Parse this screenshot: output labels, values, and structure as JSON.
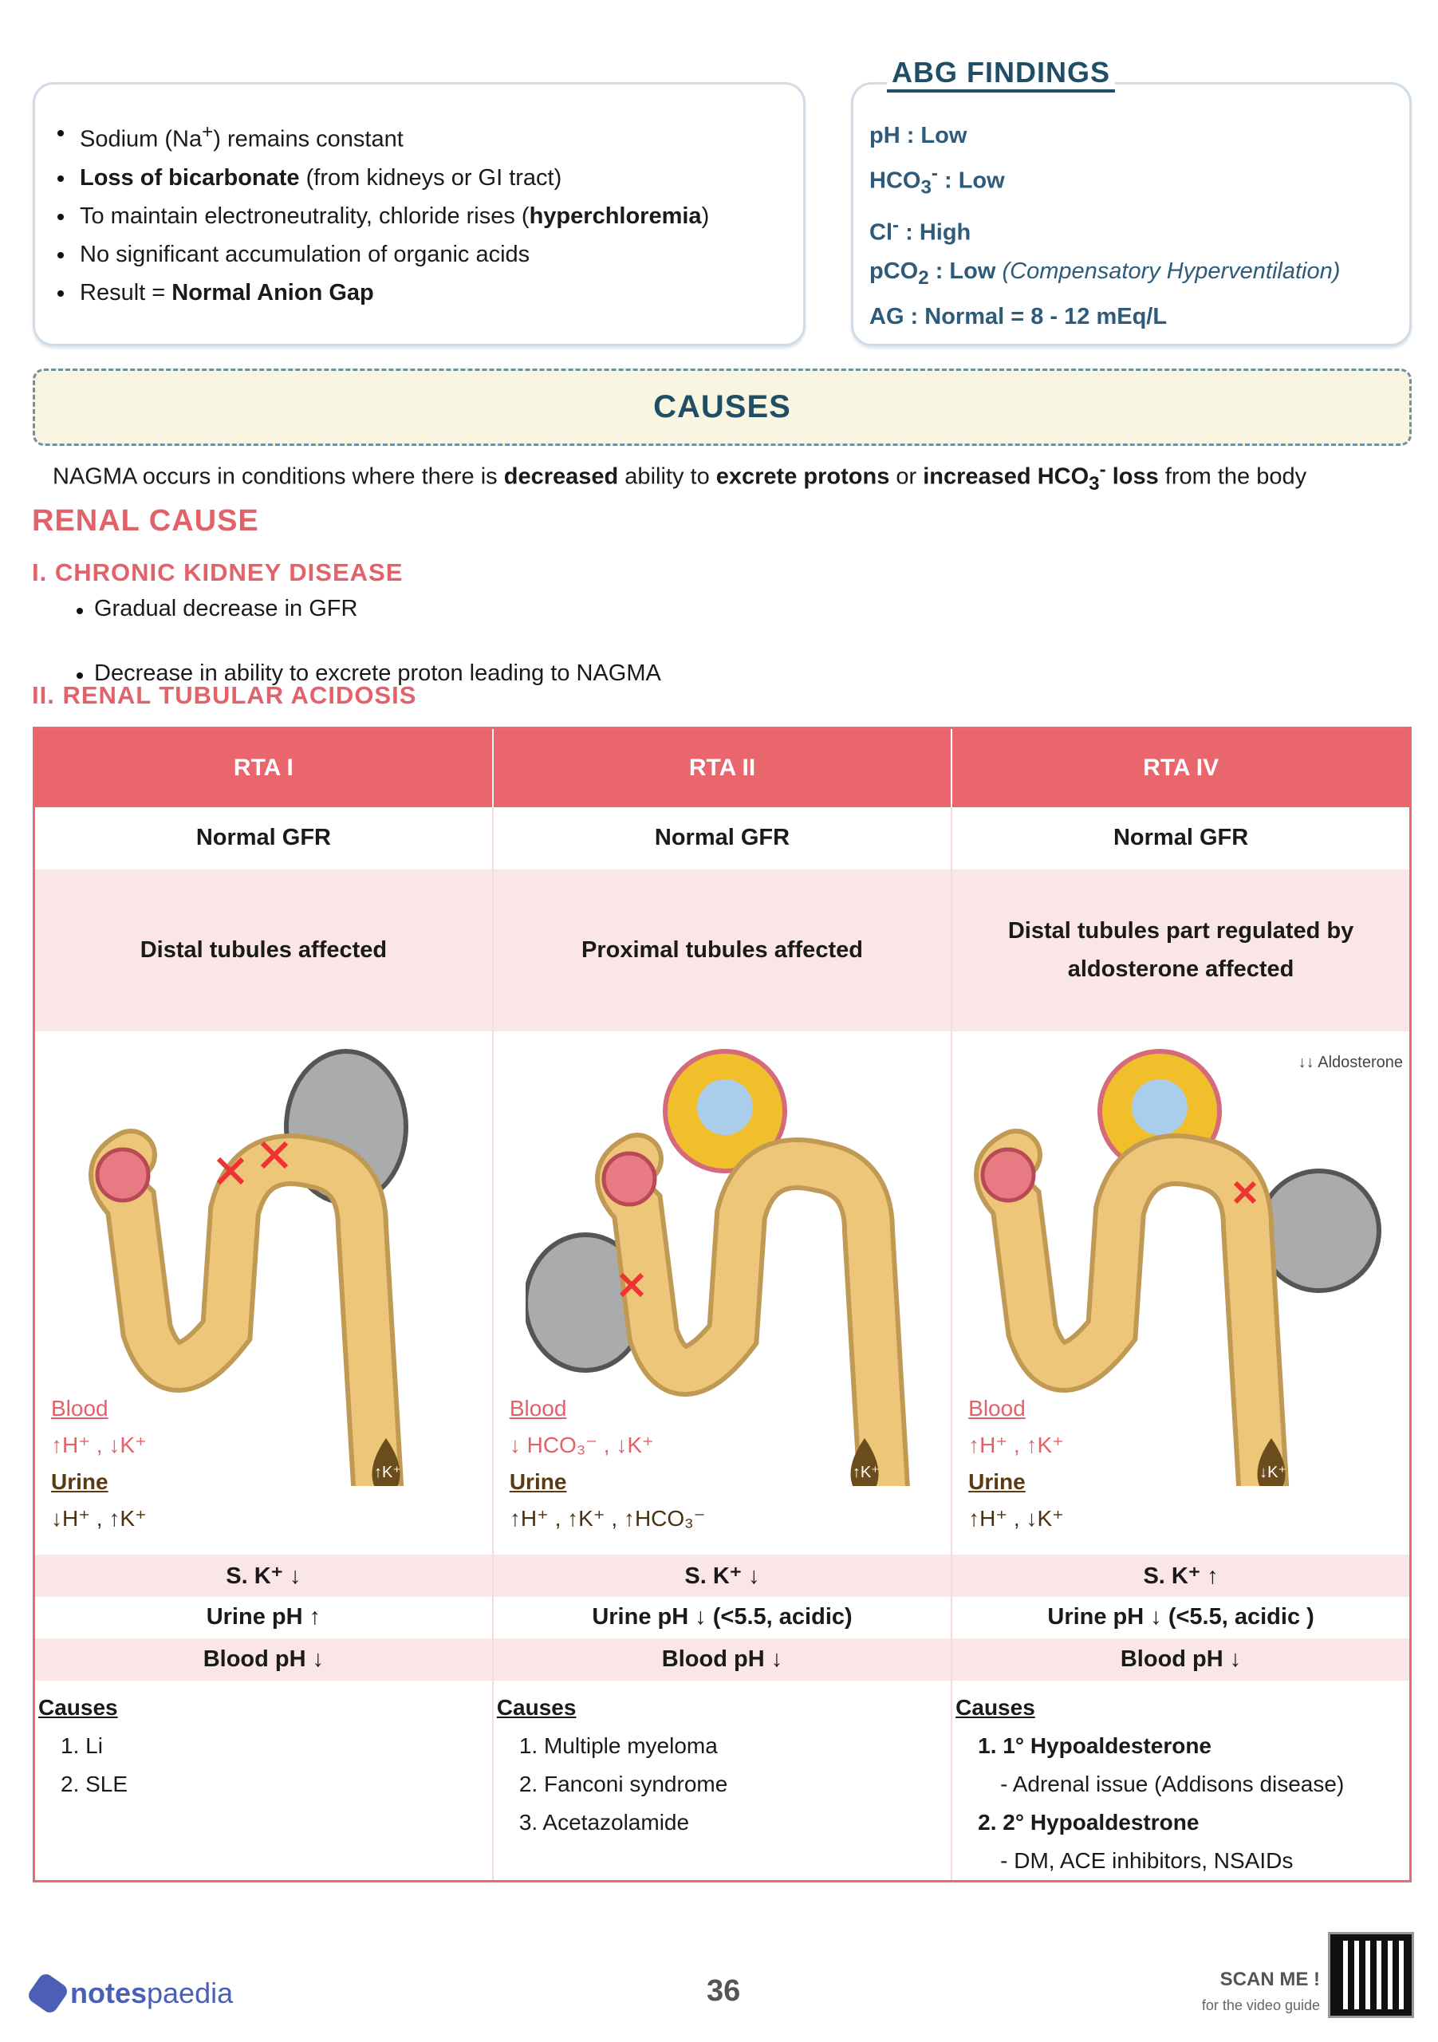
{
  "summary": {
    "items": [
      {
        "pre": "Sodium (Na",
        "sup": "+",
        "post": ") remains constant",
        "bold": "",
        "tail": ""
      },
      {
        "pre": "",
        "sup": "",
        "post": "",
        "bold": "Loss of bicarbonate",
        "tail": " (from kidneys or GI tract)"
      },
      {
        "pre": "To maintain electroneutrality, chloride rises (",
        "sup": "",
        "post": "",
        "bold": "hyperchloremia",
        "tail": ")"
      },
      {
        "pre": "No significant accumulation of organic acids",
        "sup": "",
        "post": "",
        "bold": "",
        "tail": ""
      },
      {
        "pre": "Result = ",
        "sup": "",
        "post": "",
        "bold": "Normal Anion Gap",
        "tail": ""
      }
    ]
  },
  "abg": {
    "title": "ABG FINDINGS",
    "ph": "pH : Low",
    "hco3": "HCO",
    "hco3_sub": "3",
    "hco3_sup": "-",
    "hco3_val": " : Low",
    "cl": "Cl",
    "cl_sup": "-",
    "cl_val": " : High",
    "pco2": "pCO",
    "pco2_sub": "2",
    "pco2_val": " : Low ",
    "pco2_note": "(Compensatory Hyperventilation)",
    "ag": "AG :  Normal = 8 - 12 mEq/L"
  },
  "causes_title": "CAUSES",
  "intro": {
    "a": "NAGMA occurs in conditions where there is ",
    "b": "decreased",
    "c": " ability to ",
    "d": "excrete protons",
    "e": " or ",
    "f": "increased HCO",
    "g": "3",
    "h": "-",
    "i": " loss",
    "j": " from the body"
  },
  "renal_cause": "RENAL CAUSE",
  "ckd": {
    "title": "I. CHRONIC KIDNEY DISEASE",
    "bullets": [
      "Gradual decrease in GFR",
      "Decrease in ability to excrete proton leading to NAGMA"
    ]
  },
  "rta_title": "II. RENAL TUBULAR ACIDOSIS",
  "table": {
    "headers": [
      "RTA I",
      "RTA II",
      "RTA IV"
    ],
    "gfr": [
      "Normal GFR",
      "Normal GFR",
      "Normal GFR"
    ],
    "site": [
      "Distal tubules affected",
      "Proximal tubules affected",
      "Distal tubules part regulated by aldosterone affected"
    ],
    "aldosterone_label": "↓↓ Aldosterone",
    "blood_label": "Blood",
    "urine_label": "Urine",
    "blood": [
      "↑H⁺ , ↓K⁺",
      "↓ HCO₃⁻ , ↓K⁺",
      "↑H⁺ , ↑K⁺"
    ],
    "urine": [
      "↓H⁺ , ↑K⁺",
      "↑H⁺ , ↑K⁺ , ↑HCO₃⁻",
      "↑H⁺ , ↓K⁺"
    ],
    "drop": [
      "↑K⁺",
      "↑K⁺",
      "↓K⁺"
    ],
    "sk": [
      "S. K⁺ ↓",
      "S. K⁺ ↓",
      "S. K⁺ ↑"
    ],
    "urine_ph": [
      "Urine pH ↑",
      "Urine pH ↓ (<5.5, acidic)",
      "Urine pH ↓ (<5.5, acidic )"
    ],
    "blood_ph": [
      "Blood pH ↓",
      "Blood pH ↓",
      "Blood pH ↓"
    ],
    "causes_label": "Causes",
    "causes": [
      [
        "1. Li",
        "2. SLE"
      ],
      [
        "1. Multiple myeloma",
        "2. Fanconi syndrome",
        "3. Acetazolamide"
      ],
      [
        "1. 1° Hypoaldesterone",
        "- Adrenal issue (Addisons disease)",
        "2. 2° Hypoaldestrone",
        "- DM, ACE inhibitors, NSAIDs"
      ]
    ]
  },
  "footer": {
    "brand_a": "notes",
    "brand_b": "paedia",
    "page": "36",
    "scan": "SCAN ME !",
    "guide": "for the video guide"
  },
  "colors": {
    "red": "#e8666c",
    "navy": "#1f4e66",
    "pink": "#fae6e7",
    "tube": "#eec67a"
  }
}
